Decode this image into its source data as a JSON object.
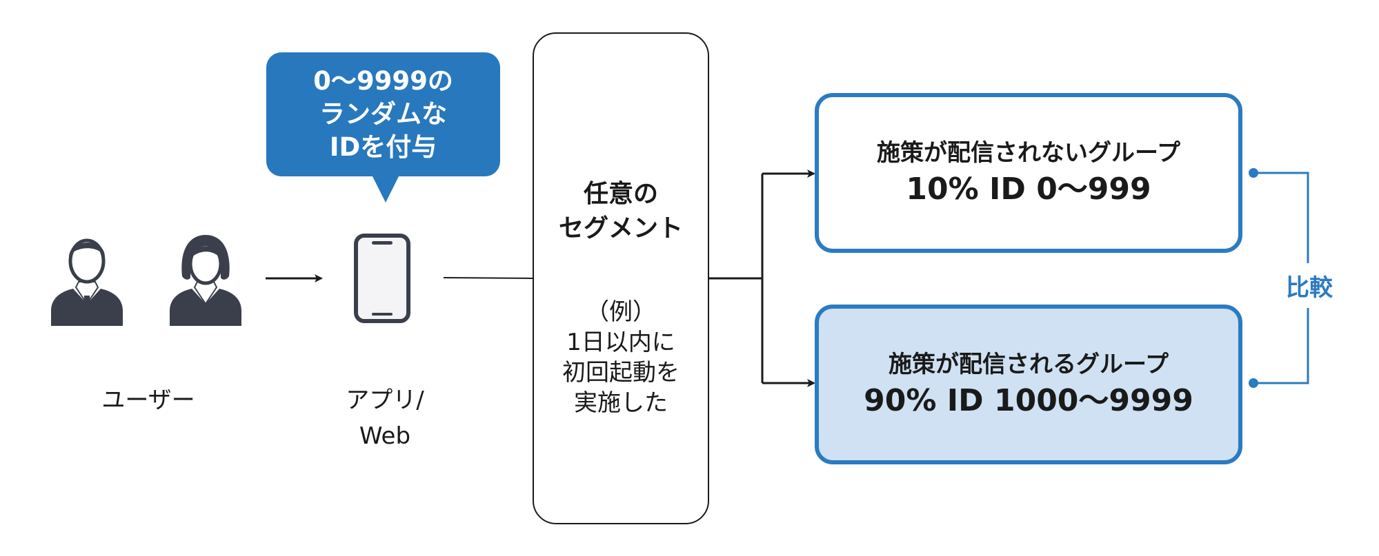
{
  "users": {
    "label": "ユーザー",
    "icons": [
      "man-user-icon",
      "woman-user-icon"
    ]
  },
  "app": {
    "label_line1": "アプリ/",
    "label_line2": "Web",
    "icon": "smartphone-icon"
  },
  "bubble": {
    "line1": "0〜9999の",
    "line2": "ランダムな",
    "line3": "IDを付与"
  },
  "segment": {
    "title_line1": "任意の",
    "title_line2": "セグメント",
    "example_line1": "（例）",
    "example_line2": "1日以内に",
    "example_line3": "初回起動を",
    "example_line4": "実施した"
  },
  "groups": {
    "control": {
      "name": "施策が配信されないグループ",
      "id_range": "10% ID 0〜999"
    },
    "treatment": {
      "name": "施策が配信されるグループ",
      "id_range": "90% ID 1000〜9999"
    }
  },
  "compare_label": "比較",
  "colors": {
    "accent": "#2878bd",
    "treatment_fill": "#cfe1f3",
    "stroke": "#1a1a1a"
  }
}
